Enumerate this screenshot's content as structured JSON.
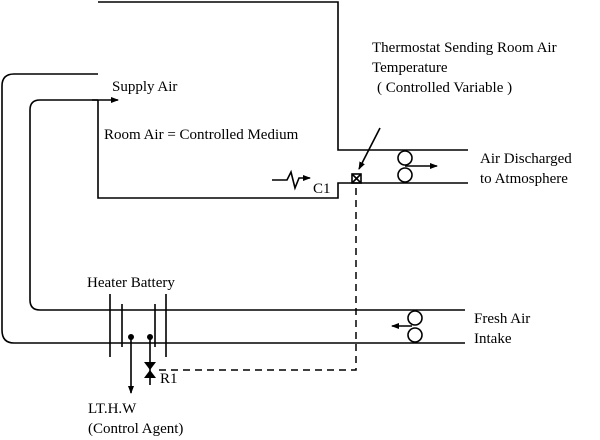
{
  "labels": {
    "supply_air": "Supply Air",
    "room_air": "Room Air = Controlled Medium",
    "thermostat_line1": "Thermostat Sending Room Air",
    "thermostat_line2": "Temperature",
    "thermostat_line3": "( Controlled Variable )",
    "air_discharged_line1": "Air Discharged",
    "air_discharged_line2": "to Atmosphere",
    "c1": "C1",
    "heater_battery": "Heater Battery",
    "fresh_air_line1": "Fresh Air",
    "fresh_air_line2": "Intake",
    "r1": "R1",
    "lthw_line1": "LT.H.W",
    "lthw_line2": "(Control Agent)"
  }
}
